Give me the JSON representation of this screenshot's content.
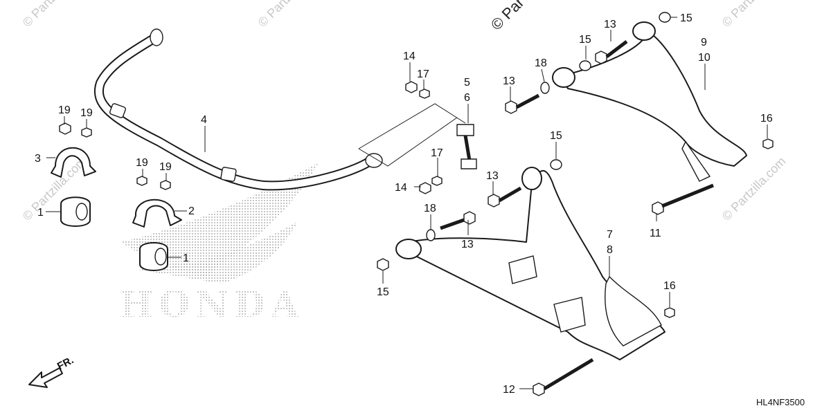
{
  "diagram": {
    "code": "HL4NF3500",
    "direction_label": "FR.",
    "brand": "HONDA",
    "watermark_top": "© Par",
    "watermark": "© Partzilla.com",
    "callouts": [
      {
        "id": "c1a",
        "label": "1"
      },
      {
        "id": "c1b",
        "label": "1"
      },
      {
        "id": "c2",
        "label": "2"
      },
      {
        "id": "c3",
        "label": "3"
      },
      {
        "id": "c4",
        "label": "4"
      },
      {
        "id": "c5",
        "label": "5"
      },
      {
        "id": "c6",
        "label": "6"
      },
      {
        "id": "c7",
        "label": "7"
      },
      {
        "id": "c8",
        "label": "8"
      },
      {
        "id": "c9",
        "label": "9"
      },
      {
        "id": "c10",
        "label": "10"
      },
      {
        "id": "c11",
        "label": "11"
      },
      {
        "id": "c12",
        "label": "12"
      },
      {
        "id": "c13a",
        "label": "13"
      },
      {
        "id": "c13b",
        "label": "13"
      },
      {
        "id": "c13c",
        "label": "13"
      },
      {
        "id": "c13d",
        "label": "13"
      },
      {
        "id": "c14a",
        "label": "14"
      },
      {
        "id": "c14b",
        "label": "14"
      },
      {
        "id": "c15a",
        "label": "15"
      },
      {
        "id": "c15b",
        "label": "15"
      },
      {
        "id": "c15c",
        "label": "15"
      },
      {
        "id": "c15d",
        "label": "15"
      },
      {
        "id": "c16a",
        "label": "16"
      },
      {
        "id": "c16b",
        "label": "16"
      },
      {
        "id": "c17a",
        "label": "17"
      },
      {
        "id": "c17b",
        "label": "17"
      },
      {
        "id": "c18a",
        "label": "18"
      },
      {
        "id": "c18b",
        "label": "18"
      },
      {
        "id": "c19a",
        "label": "19"
      },
      {
        "id": "c19b",
        "label": "19"
      },
      {
        "id": "c19c",
        "label": "19"
      },
      {
        "id": "c19d",
        "label": "19"
      }
    ]
  }
}
